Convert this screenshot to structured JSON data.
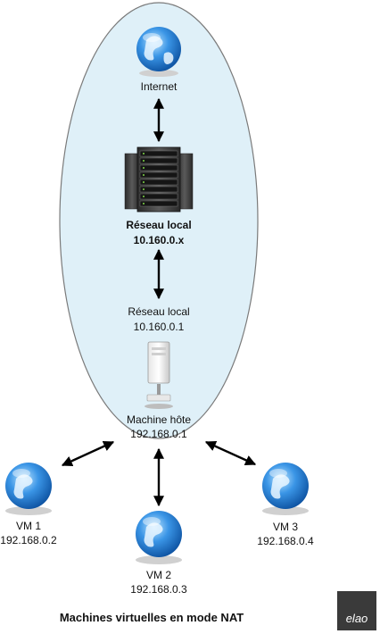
{
  "nodes": {
    "internet": {
      "label": "Internet"
    },
    "lan_server": {
      "label1": "Réseau local",
      "label2": "10.160.0.x"
    },
    "host_gateway": {
      "label1": "Réseau local",
      "label2": "10.160.0.1"
    },
    "host": {
      "label1": "Machine hôte",
      "label2": "192.168.0.1"
    },
    "vm1": {
      "label1": "VM 1",
      "label2": "192.168.0.2"
    },
    "vm2": {
      "label1": "VM 2",
      "label2": "192.168.0.3"
    },
    "vm3": {
      "label1": "VM 3",
      "label2": "192.168.0.4"
    }
  },
  "title": "Machines virtuelles en mode NAT",
  "logo": {
    "text": "elao"
  },
  "colors": {
    "ellipse_fill": "#dff0f8",
    "ellipse_stroke": "#7a7a7a",
    "arrow": "#000000",
    "globe": "#2a7fd4"
  }
}
